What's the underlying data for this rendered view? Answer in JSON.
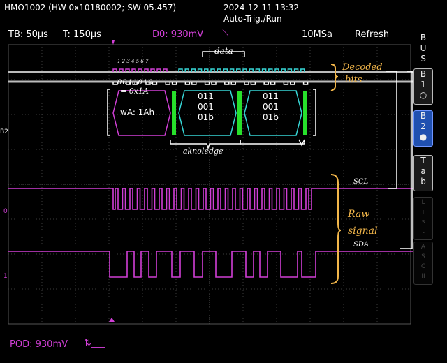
{
  "header": {
    "device": "HMO1002 (HW 0x10180002; SW 05.457)",
    "datetime": "2024-12-11 13:32",
    "trigger_mode": "Auto-Trig./Run"
  },
  "status_bar": {
    "timebase": "TB: 50µs",
    "trigger_time": "T: 150µs",
    "trigger_level": "D0: 930mV",
    "sample_rate": "10MSa",
    "refresh": "Refresh"
  },
  "sidebar": {
    "bus": [
      "B",
      "U",
      "S"
    ],
    "b1": [
      "B",
      "1",
      "○"
    ],
    "b2": [
      "B",
      "2",
      "●"
    ],
    "tab": [
      "T",
      "a",
      "b"
    ],
    "dim1": [
      "L",
      "i",
      "s",
      "t"
    ],
    "dim2": [
      "A",
      "S",
      "C",
      "II"
    ]
  },
  "channel_labels": {
    "b2": "B2",
    "d0": "0",
    "d1": "1"
  },
  "decode": {
    "address": "wA: 1Ah",
    "frames": [
      {
        "lines": [
          "011",
          "001",
          "01b"
        ]
      },
      {
        "lines": [
          "011",
          "001",
          "01b"
        ]
      }
    ]
  },
  "annotations": {
    "bit_numbers": "1 2 3 4 5 6 7",
    "address_bits": "0011010",
    "address_hex": "= 0x1A",
    "data": "data",
    "decoded_bits": [
      "Decoded",
      "bits"
    ],
    "acknowledge": "aknoledge",
    "scl": "SCL",
    "sda": "SDA",
    "raw_signal": [
      "Raw",
      "signal"
    ]
  },
  "footer": {
    "pod": "POD: 930mV",
    "trigger_icon": "⇅___"
  },
  "colors": {
    "magenta": "#d13fd6",
    "cyan": "#37d6d6",
    "green": "#27e02b",
    "accent": "#d13fd6",
    "annotation_white": "#ffffff",
    "annotation_orange": "#f2b64a",
    "sidebar_active": "#2050b0"
  }
}
